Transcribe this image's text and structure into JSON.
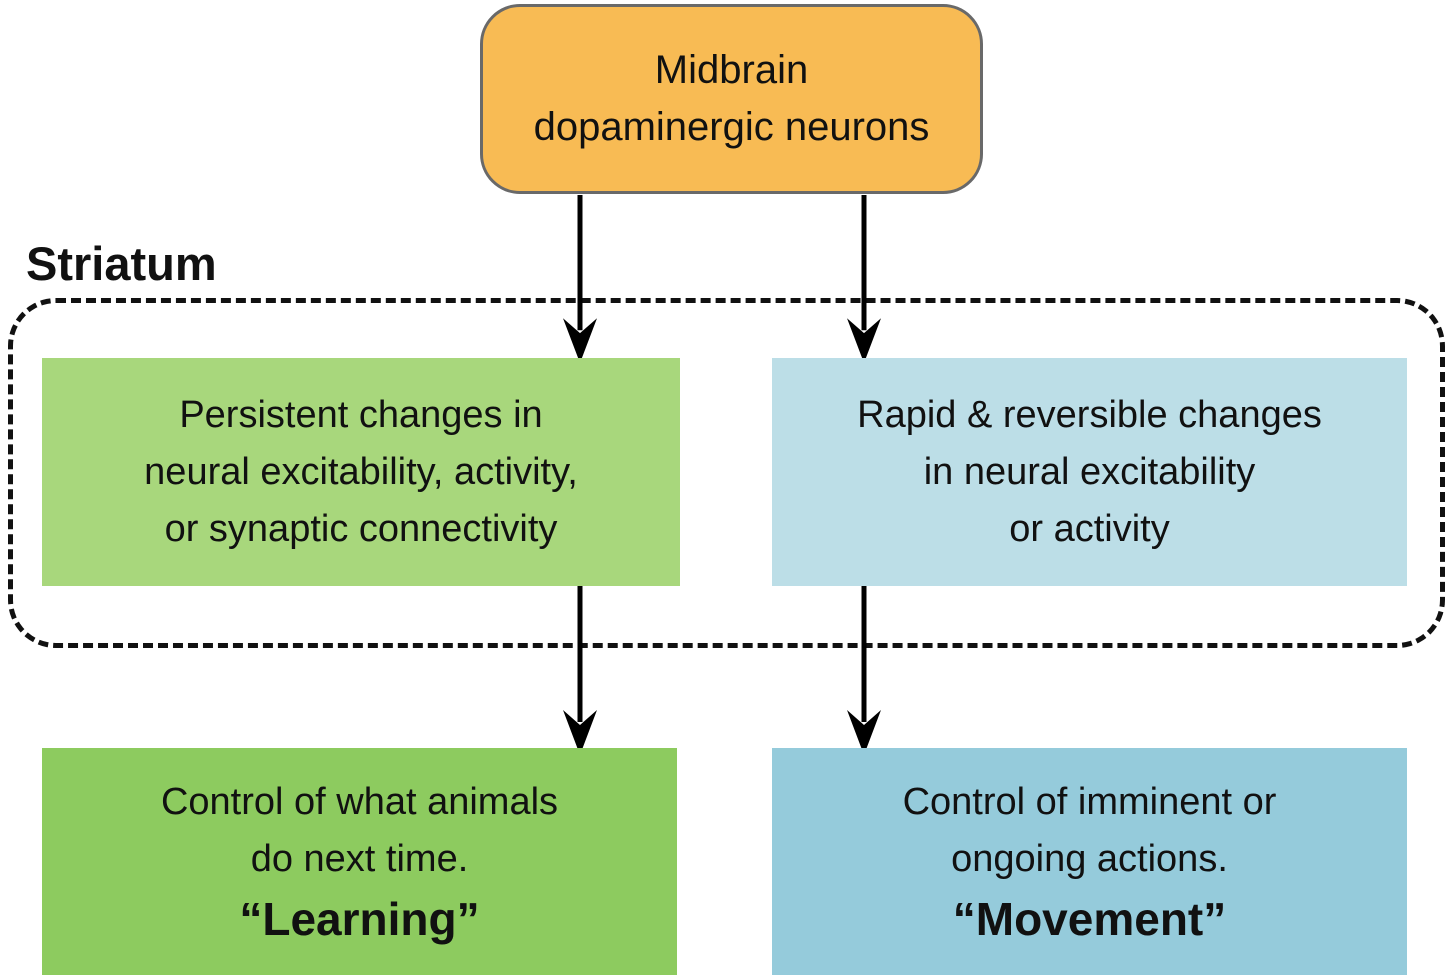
{
  "diagram": {
    "top_node": {
      "lines": [
        "Midbrain",
        "dopaminergic neurons"
      ],
      "fill": "#F8BB54",
      "border_color": "#696969"
    },
    "striatum": {
      "label": "Striatum"
    },
    "mid_left": {
      "lines": [
        "Persistent changes in",
        "neural excitability, activity,",
        "or synaptic connectivity"
      ],
      "fill": "#A8D77C"
    },
    "mid_right": {
      "lines": [
        "Rapid & reversible changes",
        "in neural excitability",
        "or activity"
      ],
      "fill": "#BCDEE7"
    },
    "bottom_left": {
      "lines": [
        "Control of what animals",
        "do next time."
      ],
      "emphasis": "“Learning”",
      "fill": "#8DCB5F"
    },
    "bottom_right": {
      "lines": [
        "Control of imminent or",
        "ongoing actions."
      ],
      "emphasis": "“Movement”",
      "fill": "#95CBDB"
    },
    "arrow_color": "#000000",
    "text_color": "#111111"
  }
}
